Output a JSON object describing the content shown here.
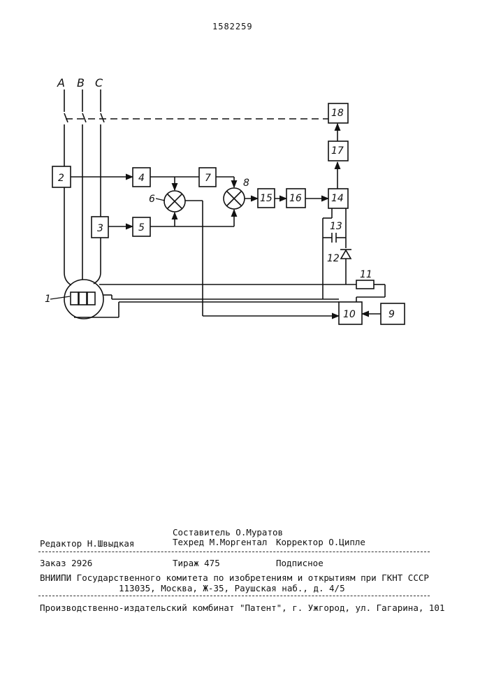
{
  "patent_number": "1582259",
  "diagram": {
    "phase_labels": [
      "A",
      "B",
      "C"
    ],
    "block_labels": {
      "b1": "1",
      "b2": "2",
      "b3": "3",
      "b4": "4",
      "b5": "5",
      "b6": "6",
      "b7": "7",
      "b8": "8",
      "b9": "9",
      "b10": "10",
      "b11": "11",
      "b12": "12",
      "b13": "13",
      "b14": "14",
      "b15": "15",
      "b16": "16",
      "b17": "17",
      "b18": "18"
    }
  },
  "footer": {
    "compiler": "Составитель О.Муратов",
    "editor": "Редактор Н.Швыдкая",
    "techred": "Техред М.Моргентал",
    "corrector": "Корректор О.Ципле",
    "order": "Заказ 2926",
    "circulation": "Тираж 475",
    "subscription": "Подписное",
    "org": "ВНИИПИ Государственного комитета по изобретениям и открытиям при ГКНТ СССР",
    "address": "113035, Москва, Ж-35, Раушская наб., д. 4/5",
    "publisher": "Производственно-издательский комбинат \"Патент\", г. Ужгород, ул. Гагарина, 101"
  }
}
